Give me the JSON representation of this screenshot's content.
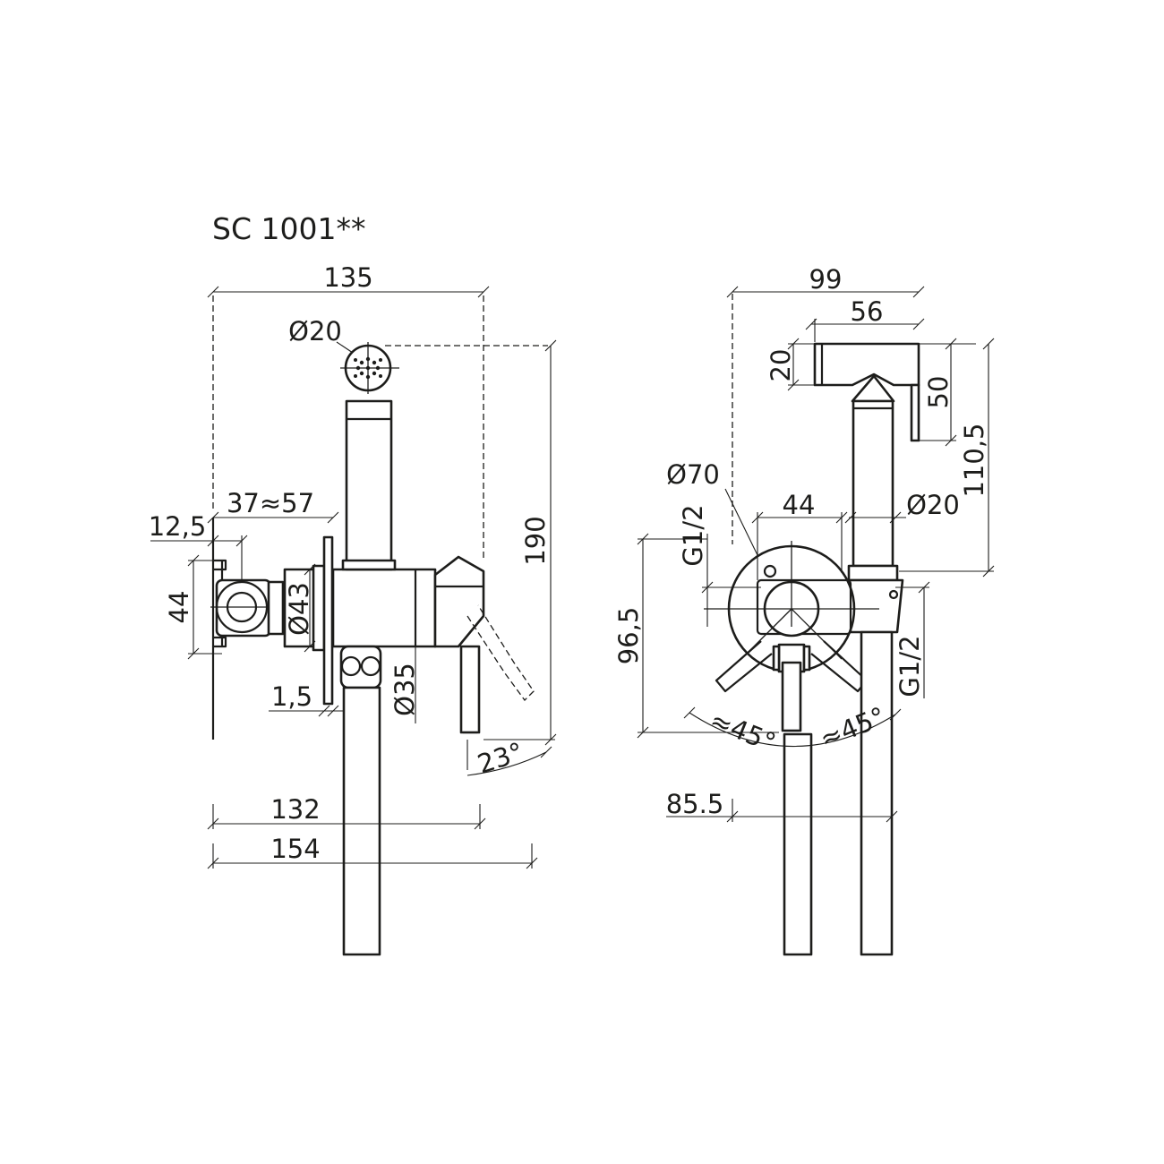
{
  "title": "SC 1001**",
  "side_view": {
    "dims": {
      "width_total": "135",
      "hand_shower_diameter": "Ø20",
      "depth_range": "37≈57",
      "plate_offset": "12,5",
      "box_height": "44",
      "body_diameter": "Ø43",
      "plate_thickness": "1,5",
      "lever_diameter": "Ø35",
      "height_total": "190",
      "lever_angle": "23°",
      "projection_1": "132",
      "projection_2": "154"
    }
  },
  "front_view": {
    "dims": {
      "width_total": "99",
      "head_width": "56",
      "head_height": "20",
      "head_length": "50",
      "height_holder": "110,5",
      "rosette_diameter": "Ø70",
      "thread_left": "G1/2",
      "inlet_spacing": "44",
      "hose_diameter": "Ø20",
      "center_height": "96,5",
      "thread_right": "G1/2",
      "angle_left": "≈45°",
      "angle_right": "≈45°",
      "hose_offset": "85.5"
    }
  }
}
